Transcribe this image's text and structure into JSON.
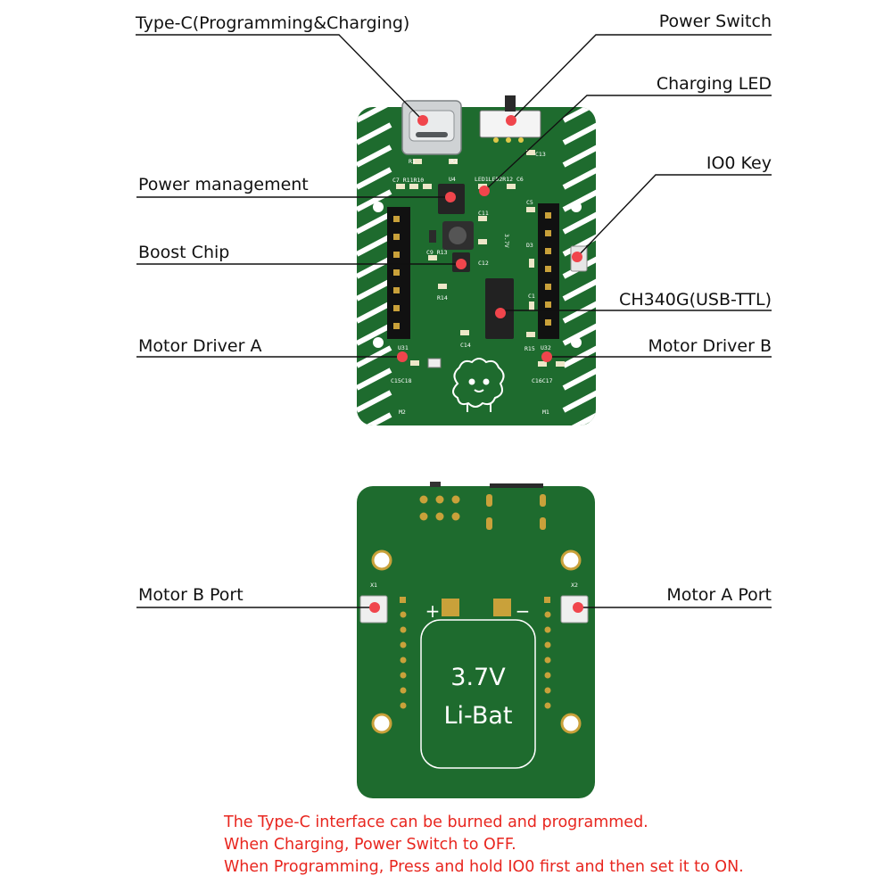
{
  "labels": {
    "type_c": "Type-C(Programming&Charging)",
    "power_switch": "Power Switch",
    "charging_led": "Charging LED",
    "io0_key": "IO0 Key",
    "power_management": "Power management",
    "boost_chip": "Boost Chip",
    "ch340g": "CH340G(USB-TTL)",
    "motor_driver_a": "Motor Driver A",
    "motor_driver_b": "Motor Driver B",
    "motor_b_port": "Motor B Port",
    "motor_a_port": "Motor A Port"
  },
  "silkscreen": {
    "u4": "U4",
    "u31": "U31",
    "u32": "U32",
    "m1": "M1",
    "m2": "M2",
    "r1": "R1",
    "r2": "R2",
    "c13": "C13",
    "c7": "C7 R11R10",
    "led": "LED1LED2R12 C6",
    "c5": "C5",
    "c11": "C11",
    "c12": "C12",
    "c9r13": "C9 R13",
    "r14": "R14",
    "d3": "D3",
    "c1": "C1",
    "c14": "C14",
    "r15": "R15",
    "c15c18": "C15C18",
    "c16c17": "C16C17",
    "v37": "3.7V",
    "x1": "X1",
    "x2": "X2",
    "plus": "+",
    "minus": "−"
  },
  "battery": {
    "voltage": "3.7V",
    "type": "Li-Bat"
  },
  "notes": [
    "The Type-C interface can be burned and programmed.",
    "When Charging, Power Switch to OFF.",
    "When Programming, Press and hold IO0 first and then set it to ON."
  ],
  "colors": {
    "pcb": "#1e6b2e",
    "pcb_dark": "#18592a",
    "marker": "#f0454c",
    "note_text": "#e8261f"
  }
}
